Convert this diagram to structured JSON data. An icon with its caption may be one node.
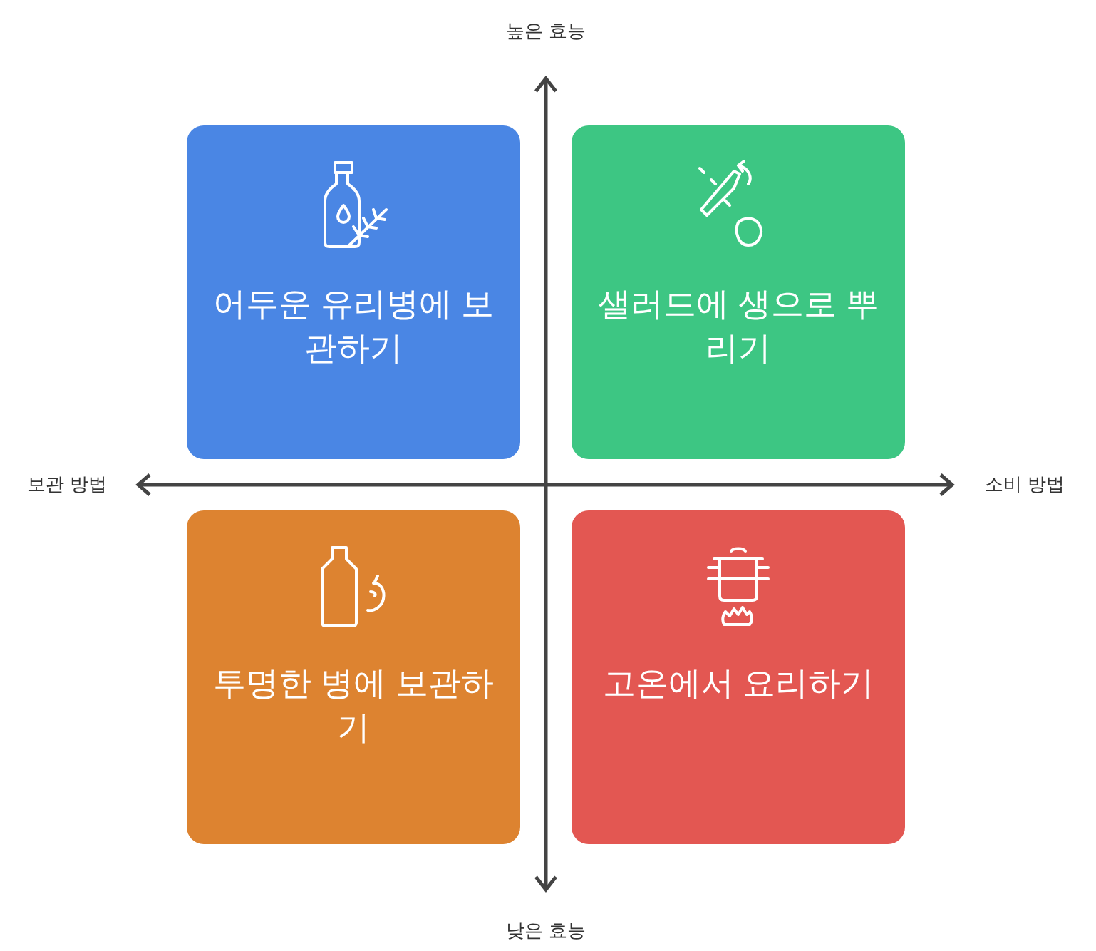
{
  "diagram": {
    "nodes": [
      {
        "text": [
          "어두운 유리병에 보관하기"
        ]
      },
      {
        "text": [
          "샐러드에 생으로 뿌리기"
        ]
      },
      {
        "text": [
          "투명한 병에 보관하기"
        ]
      },
      {
        "text": [
          "고온에서 요리하기"
        ]
      }
    ],
    "labels": [
      "높은 효능",
      "보관 방법",
      "소비 방법",
      "낮은 효능"
    ]
  }
}
